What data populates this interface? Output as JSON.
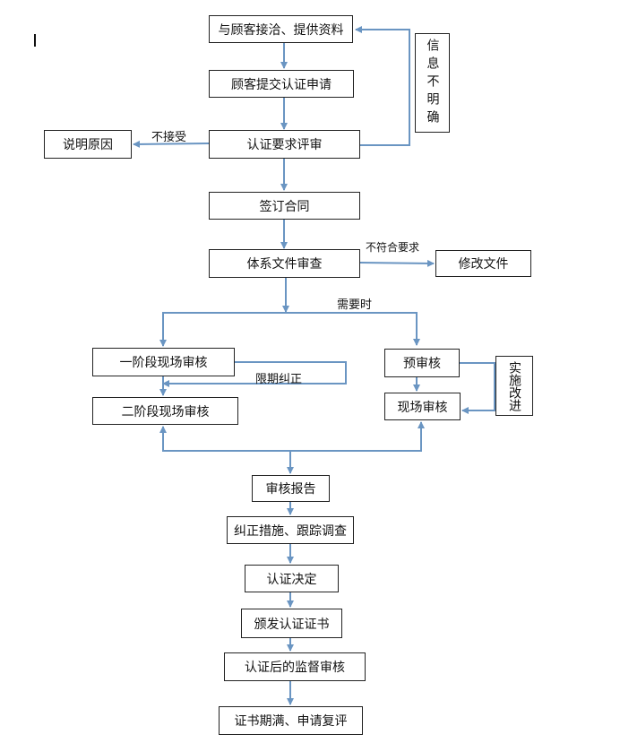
{
  "nodes": {
    "consult": "与顾客接洽、提供资料",
    "apply": "顾客提交认证申请",
    "review": "认证要求评审",
    "explain": "说明原因",
    "contract": "签订合同",
    "doc_review": "体系文件审查",
    "modify": "修改文件",
    "stage1": "一阶段现场审核",
    "stage2": "二阶段现场审核",
    "pre_audit": "预审核",
    "onsite": "现场审核",
    "report": "审核报告",
    "corrective": "纠正措施、跟踪调查",
    "decision": "认证决定",
    "issue": "颁发认证证书",
    "surveillance": "认证后的监督审核",
    "renewal": "证书期满、申请复评",
    "info_unclear": "信息不明确",
    "implement_improve": "实施改进"
  },
  "edge_labels": {
    "not_accepted": "不接受",
    "not_compliant": "不符合要求",
    "when_needed": "需要时",
    "deadline_correction": "限期纠正"
  },
  "colors": {
    "arrow": "#6a95c2",
    "border": "#222222"
  }
}
